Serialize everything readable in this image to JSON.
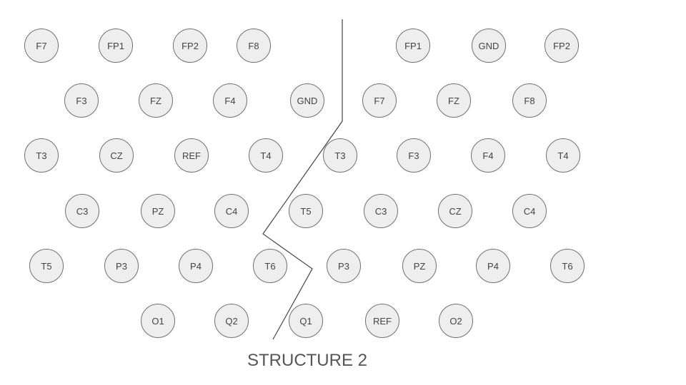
{
  "title": "STRUCTURE 2",
  "colors": {
    "fill": "#eeeeee",
    "stroke": "#707070",
    "text": "#444444",
    "title": "#555555"
  },
  "left_layout": [
    [
      "F7",
      "FP1",
      "FP2",
      "F8"
    ],
    [
      "F3",
      "FZ",
      "F4",
      "GND"
    ],
    [
      "T3",
      "CZ",
      "REF",
      "T4"
    ],
    [
      "C3",
      "PZ",
      "C4"
    ],
    [
      "T5",
      "P3",
      "P4",
      "T6"
    ],
    [
      "O1",
      "Q2"
    ]
  ],
  "right_layout": [
    [
      "FP1",
      "GND",
      "FP2"
    ],
    [
      "F7",
      "FZ",
      "F8"
    ],
    [
      "T3",
      "F3",
      "F4",
      "T4"
    ],
    [
      "T5",
      "C3",
      "CZ",
      "C4"
    ],
    [
      "P3",
      "PZ",
      "P4",
      "T6"
    ],
    [
      "Q1",
      "REF",
      "O2"
    ]
  ]
}
